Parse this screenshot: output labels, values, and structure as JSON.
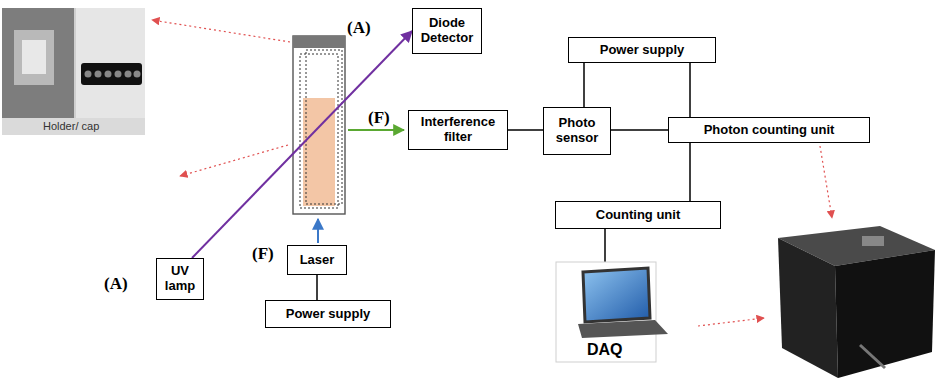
{
  "diagram": {
    "nodes": [
      {
        "text": [
          "Diode Detector"
        ]
      },
      {
        "text": [
          "Power supply"
        ]
      },
      {
        "text": [
          "Interference filter"
        ]
      },
      {
        "text": [
          "Photo sensor"
        ]
      },
      {
        "text": [
          "Photon counting unit"
        ]
      },
      {
        "text": [
          "Counting unit"
        ]
      },
      {
        "text": [
          "UV lamp"
        ]
      },
      {
        "text": [
          "Laser"
        ]
      },
      {
        "text": [
          "Power supply"
        ]
      }
    ],
    "edges": [
      {
        "from": 6,
        "to": 0,
        "arrow": "to"
      },
      {
        "from": 2,
        "to": 3,
        "arrow": "none"
      },
      {
        "from": 1,
        "to": 3,
        "arrow": "none"
      },
      {
        "from": 1,
        "to": 4,
        "arrow": "none"
      },
      {
        "from": 3,
        "to": 4,
        "arrow": "none"
      },
      {
        "from": 4,
        "to": 5,
        "arrow": "none"
      },
      {
        "from": 7,
        "to": 8,
        "arrow": "none"
      }
    ],
    "labels": [
      "(A)",
      "(F)",
      "(A)",
      "(F)",
      "Holder/ cap",
      "DAQ"
    ]
  }
}
